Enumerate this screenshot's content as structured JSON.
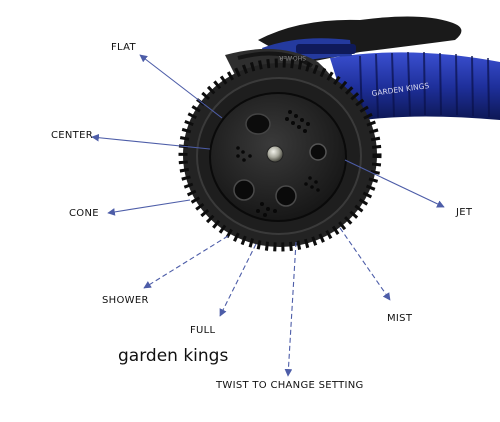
{
  "labels": {
    "flat": "FLAT",
    "center": "CENTER",
    "jet": "JET",
    "cone": "CONE",
    "shower": "SHOWER",
    "mist": "MIST",
    "full": "FULL",
    "twist": "TWIST TO CHANGE SETTING"
  },
  "brand_text": "garden kings",
  "nozzle": {
    "hose_print": "GARDEN KINGS",
    "rim_print": "SHOWER"
  },
  "colors": {
    "arrow": "#4d5da8",
    "nozzle_body": "#2a2a2a",
    "nozzle_face": "#1b1b1b",
    "hose_blue": "#1e2f9a",
    "label_text": "#111111"
  },
  "icons": [
    "brass-jet-tip",
    "spray-holes"
  ]
}
